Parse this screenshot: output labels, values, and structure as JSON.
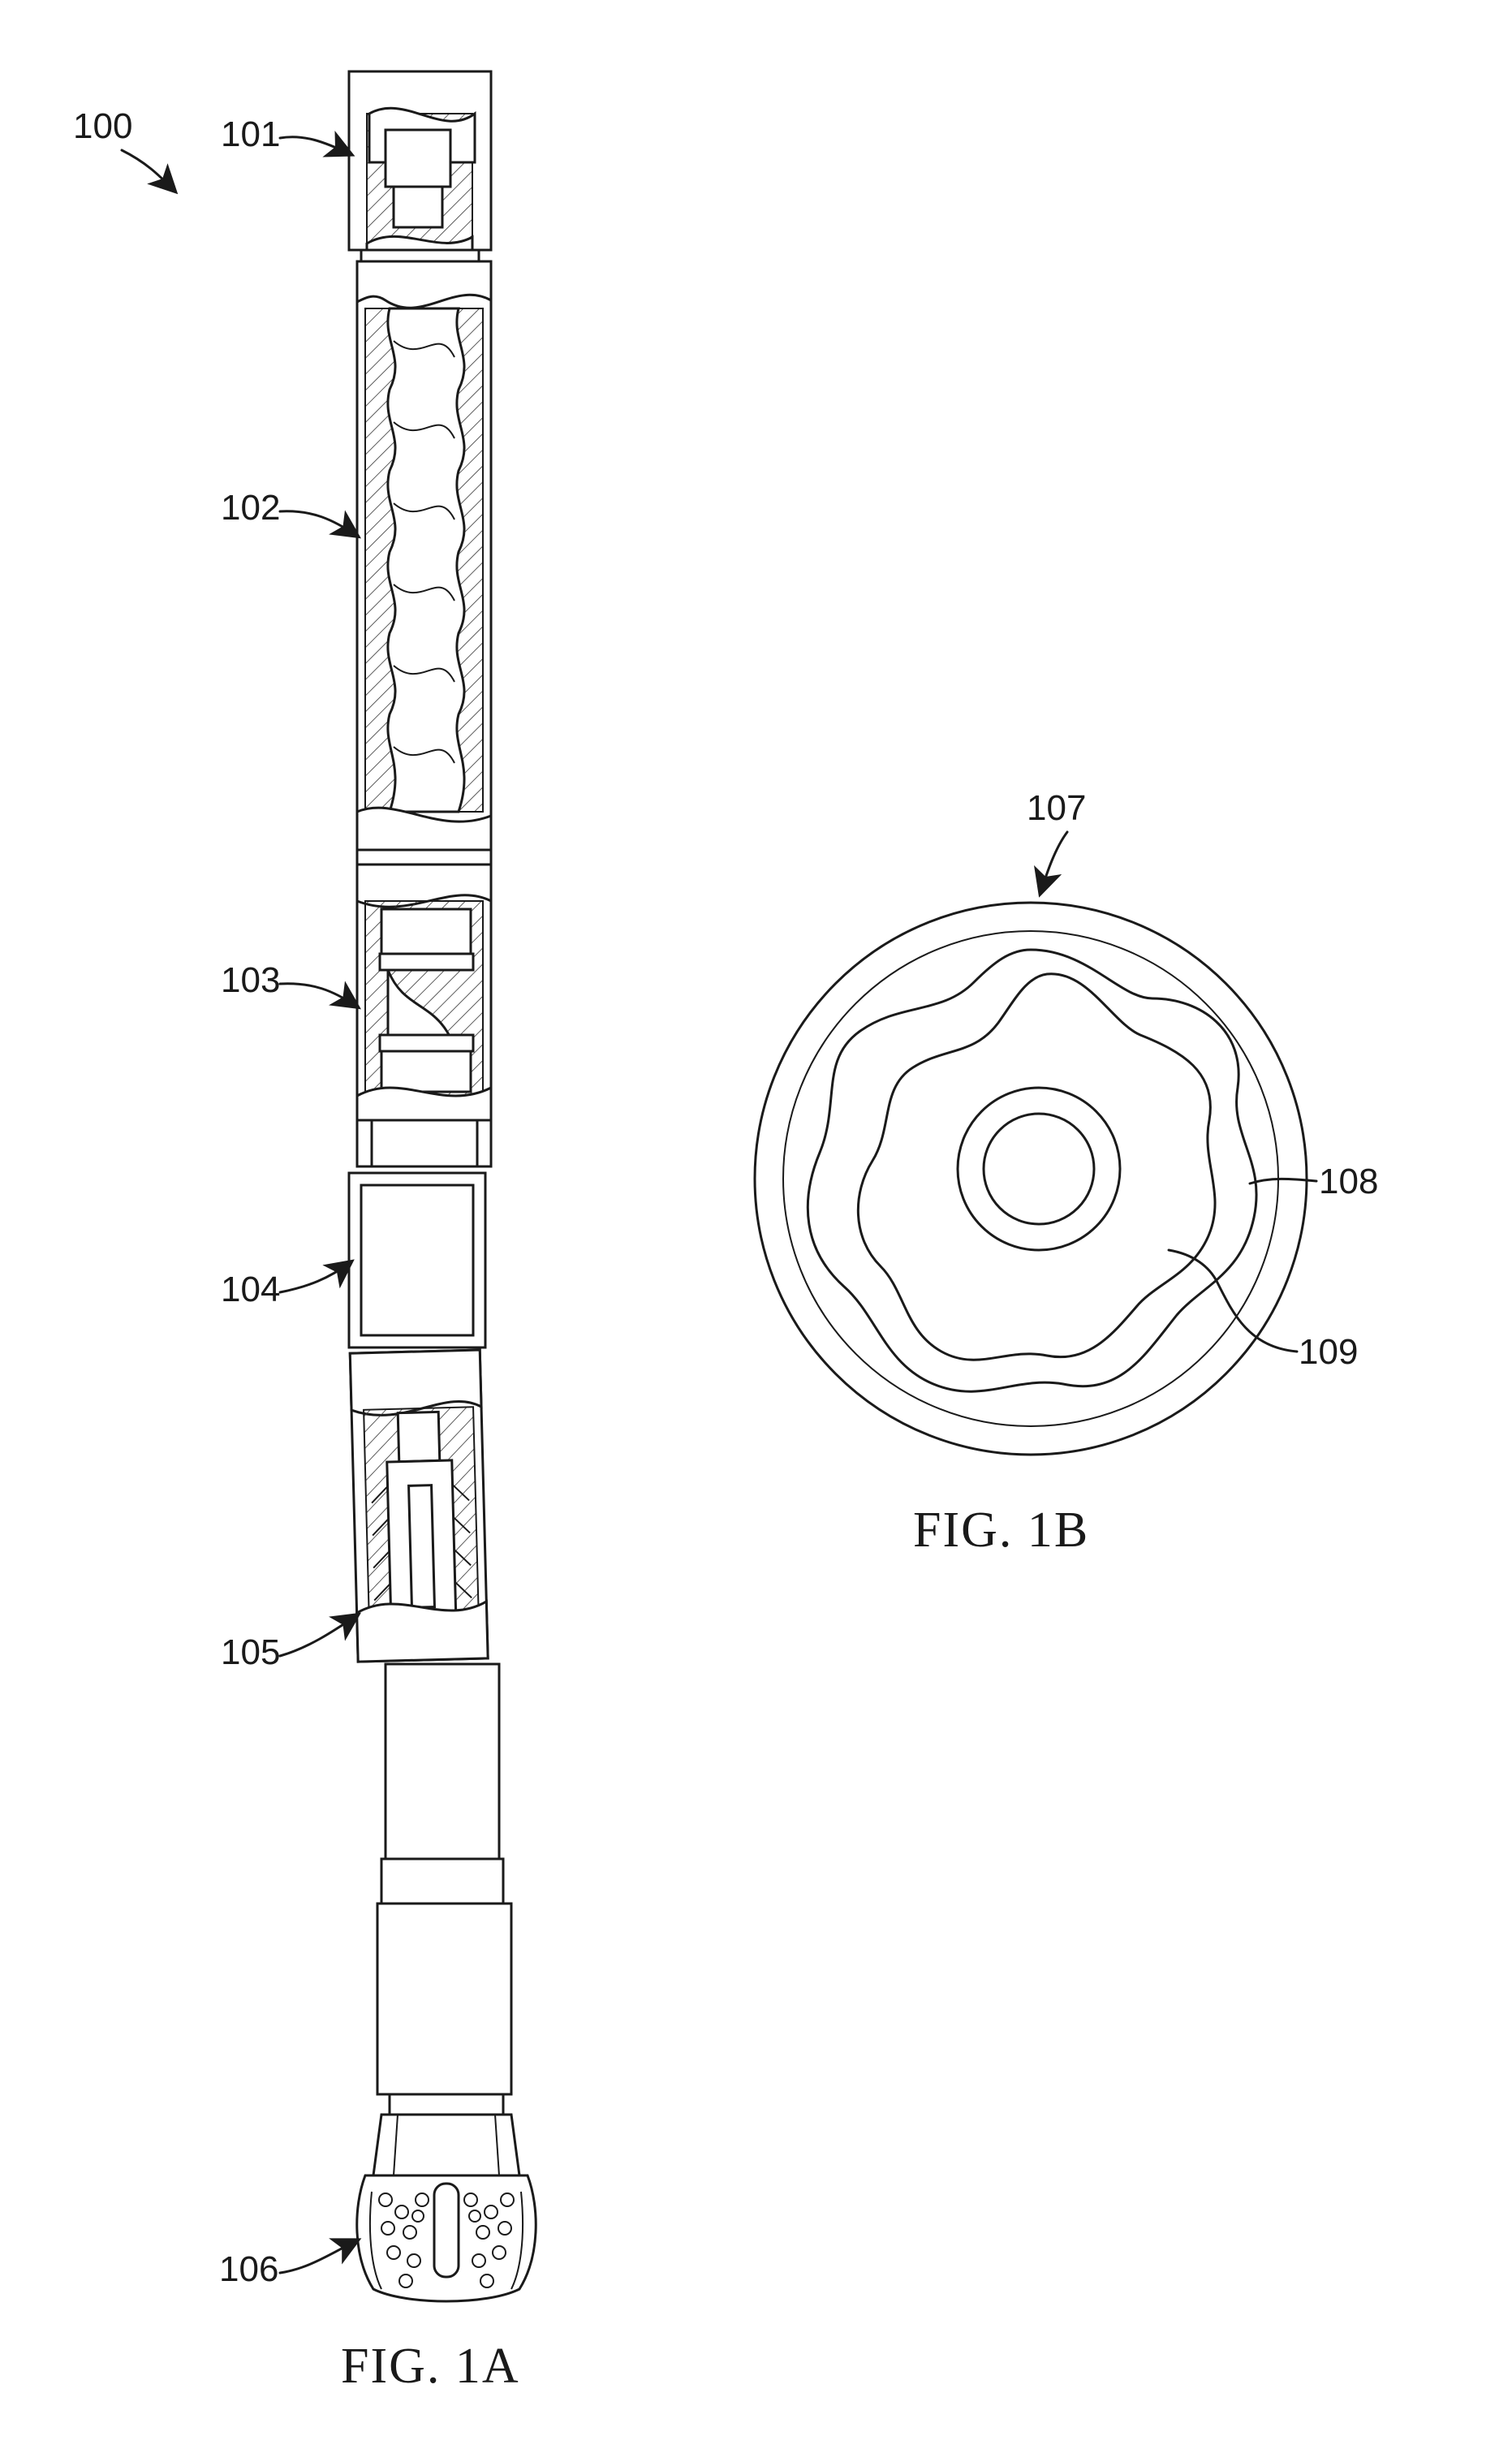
{
  "figures": {
    "fig1a": {
      "caption": "FIG. 1A",
      "refs": {
        "assembly": "100",
        "top_sub": "101",
        "power_section": "102",
        "transmission": "103",
        "bent_housing": "104",
        "bearing_section": "105",
        "drill_bit": "106"
      }
    },
    "fig1b": {
      "caption": "FIG. 1B",
      "refs": {
        "cross_section": "107",
        "stator": "108",
        "rotor": "109"
      }
    }
  },
  "colors": {
    "line": "#1a1a1a",
    "background": "#ffffff"
  }
}
